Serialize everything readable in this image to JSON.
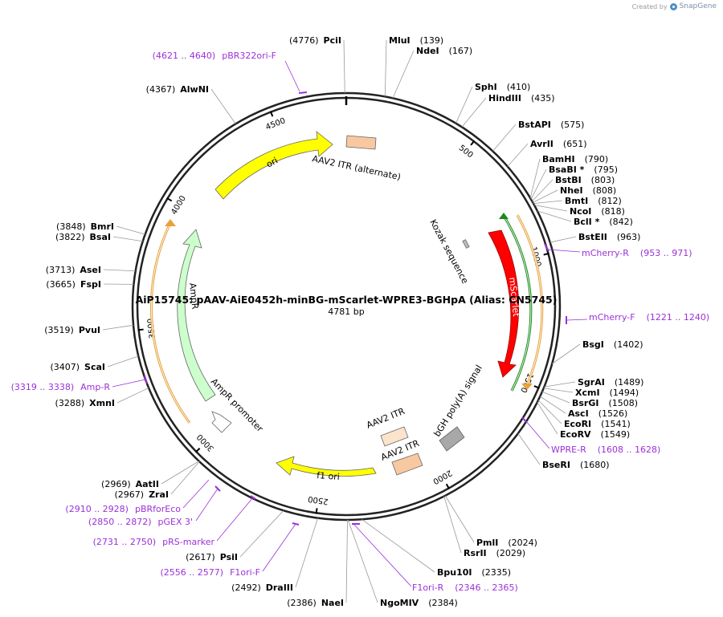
{
  "credit": {
    "prefix": "Created by",
    "brand": "SnapGene"
  },
  "title": "AiP15745: pAAV-AiE0452h-minBG-mScarlet-WPRE3-BGHpA (Alias: CN5745)",
  "subtitle": "4781 bp",
  "total_bp": 4781,
  "ticks": [
    {
      "bp": 500,
      "label": "500"
    },
    {
      "bp": 1000,
      "label": "1000"
    },
    {
      "bp": 1500,
      "label": "1500"
    },
    {
      "bp": 2000,
      "label": "2000"
    },
    {
      "bp": 2500,
      "label": "2500"
    },
    {
      "bp": 3000,
      "label": "3000"
    },
    {
      "bp": 3500,
      "label": "3500"
    },
    {
      "bp": 4000,
      "label": "4000"
    },
    {
      "bp": 4500,
      "label": "4500"
    }
  ],
  "sites": [
    {
      "name": "PciI",
      "pos": "(4776)",
      "bp": 4776,
      "side": "left"
    },
    {
      "name": "MluI",
      "pos": "(139)",
      "bp": 139,
      "side": "right"
    },
    {
      "name": "NdeI",
      "pos": "(167)",
      "bp": 167,
      "side": "right"
    },
    {
      "name": "SphI",
      "pos": "(410)",
      "bp": 410,
      "side": "right"
    },
    {
      "name": "HindIII",
      "pos": "(435)",
      "bp": 435,
      "side": "right"
    },
    {
      "name": "BstAPI",
      "pos": "(575)",
      "bp": 575,
      "side": "right"
    },
    {
      "name": "AvrII",
      "pos": "(651)",
      "bp": 651,
      "side": "right"
    },
    {
      "name": "BamHI",
      "pos": "(790)",
      "bp": 790,
      "side": "right"
    },
    {
      "name": "BsaBI *",
      "pos": "(795)",
      "bp": 795,
      "side": "right"
    },
    {
      "name": "BstBI",
      "pos": "(803)",
      "bp": 803,
      "side": "right"
    },
    {
      "name": "NheI",
      "pos": "(808)",
      "bp": 808,
      "side": "right"
    },
    {
      "name": "BmtI",
      "pos": "(812)",
      "bp": 812,
      "side": "right"
    },
    {
      "name": "NcoI",
      "pos": "(818)",
      "bp": 818,
      "side": "right"
    },
    {
      "name": "BclI *",
      "pos": "(842)",
      "bp": 842,
      "side": "right"
    },
    {
      "name": "BstEII",
      "pos": "(963)",
      "bp": 963,
      "side": "right"
    },
    {
      "name": "BsgI",
      "pos": "(1402)",
      "bp": 1402,
      "side": "right"
    },
    {
      "name": "SgrAI",
      "pos": "(1489)",
      "bp": 1489,
      "side": "right"
    },
    {
      "name": "XcmI",
      "pos": "(1494)",
      "bp": 1494,
      "side": "right"
    },
    {
      "name": "BsrGI",
      "pos": "(1508)",
      "bp": 1508,
      "side": "right"
    },
    {
      "name": "AscI",
      "pos": "(1526)",
      "bp": 1526,
      "side": "right"
    },
    {
      "name": "EcoRI",
      "pos": "(1541)",
      "bp": 1541,
      "side": "right"
    },
    {
      "name": "EcoRV",
      "pos": "(1549)",
      "bp": 1549,
      "side": "right"
    },
    {
      "name": "BseRI",
      "pos": "(1680)",
      "bp": 1680,
      "side": "right"
    },
    {
      "name": "PmlI",
      "pos": "(2024)",
      "bp": 2024,
      "side": "right"
    },
    {
      "name": "RsrII",
      "pos": "(2029)",
      "bp": 2029,
      "side": "right"
    },
    {
      "name": "Bpu10I",
      "pos": "(2335)",
      "bp": 2335,
      "side": "right"
    },
    {
      "name": "NgoMIV",
      "pos": "(2384)",
      "bp": 2384,
      "side": "right"
    },
    {
      "name": "NaeI",
      "pos": "(2386)",
      "bp": 2386,
      "side": "left"
    },
    {
      "name": "DraIII",
      "pos": "(2492)",
      "bp": 2492,
      "side": "left"
    },
    {
      "name": "PsiI",
      "pos": "(2617)",
      "bp": 2617,
      "side": "left"
    },
    {
      "name": "ZraI",
      "pos": "(2967)",
      "bp": 2967,
      "side": "left"
    },
    {
      "name": "AatII",
      "pos": "(2969)",
      "bp": 2969,
      "side": "left"
    },
    {
      "name": "XmnI",
      "pos": "(3288)",
      "bp": 3288,
      "side": "left"
    },
    {
      "name": "ScaI",
      "pos": "(3407)",
      "bp": 3407,
      "side": "left"
    },
    {
      "name": "PvuI",
      "pos": "(3519)",
      "bp": 3519,
      "side": "left"
    },
    {
      "name": "FspI",
      "pos": "(3665)",
      "bp": 3665,
      "side": "left"
    },
    {
      "name": "AseI",
      "pos": "(3713)",
      "bp": 3713,
      "side": "left"
    },
    {
      "name": "BsaI",
      "pos": "(3822)",
      "bp": 3822,
      "side": "left"
    },
    {
      "name": "BmrI",
      "pos": "(3848)",
      "bp": 3848,
      "side": "left"
    },
    {
      "name": "AlwNI",
      "pos": "(4367)",
      "bp": 4367,
      "side": "left"
    }
  ],
  "primers": [
    {
      "name": "pBR322ori-F",
      "range": "(4621 .. 4640)",
      "side": "left"
    },
    {
      "name": "mCherry-R",
      "range": "(953 .. 971)",
      "side": "right"
    },
    {
      "name": "mCherry-F",
      "range": "(1221 .. 1240)",
      "side": "right"
    },
    {
      "name": "WPRE-R",
      "range": "(1608 .. 1628)",
      "side": "right"
    },
    {
      "name": "F1ori-R",
      "range": "(2346 .. 2365)",
      "side": "right"
    },
    {
      "name": "F1ori-F",
      "range": "(2556 .. 2577)",
      "side": "left"
    },
    {
      "name": "pRS-marker",
      "range": "(2731 .. 2750)",
      "side": "left"
    },
    {
      "name": "pGEX 3'",
      "range": "(2850 .. 2872)",
      "side": "left"
    },
    {
      "name": "pBRforEco",
      "range": "(2910 .. 2928)",
      "side": "left"
    },
    {
      "name": "Amp-R",
      "range": "(3319 .. 3338)",
      "side": "left"
    }
  ],
  "features": [
    {
      "name": "ori",
      "color": "#ffff00"
    },
    {
      "name": "AAV2 ITR (alternate)",
      "color": "#f8c8a0"
    },
    {
      "name": "Kozak sequence",
      "color": "#bbbbbb"
    },
    {
      "name": "mScarlet",
      "color": "#ff0000"
    },
    {
      "name": "bGH poly(A) signal",
      "color": "#a8a8a8"
    },
    {
      "name": "AAV2 ITR",
      "color": "#fce4cc"
    },
    {
      "name": "AAV2 ITR",
      "color": "#f8c8a0"
    },
    {
      "name": "f1 ori",
      "color": "#ffff00"
    },
    {
      "name": "AmpR promoter",
      "color": "#ffffff"
    },
    {
      "name": "AmpR",
      "color": "#ccffcc"
    }
  ],
  "colors": {
    "primer": "#9b30d9",
    "orf_track": "#e6a23c",
    "green_track": "#1a8a1a",
    "backbone": "#222222"
  }
}
